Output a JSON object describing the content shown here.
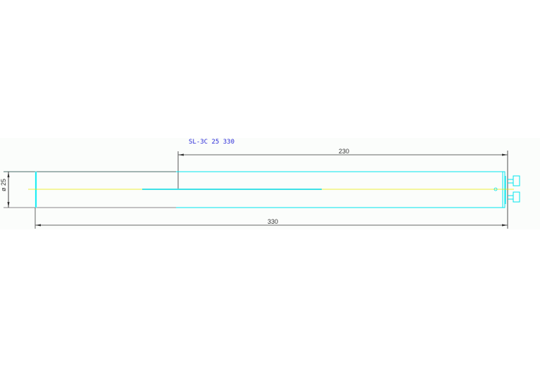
{
  "drawing": {
    "title": "SL-3C 25 330",
    "dimensions": {
      "stroke_length": "230",
      "overall_length": "330",
      "diameter_label": "ø 25"
    },
    "colors": {
      "body_outline": "#00e5ee",
      "centerline": "#e8e800",
      "dimension_line": "#555555",
      "title_text": "#2a2ad8",
      "background": "#fbfdfb"
    }
  }
}
